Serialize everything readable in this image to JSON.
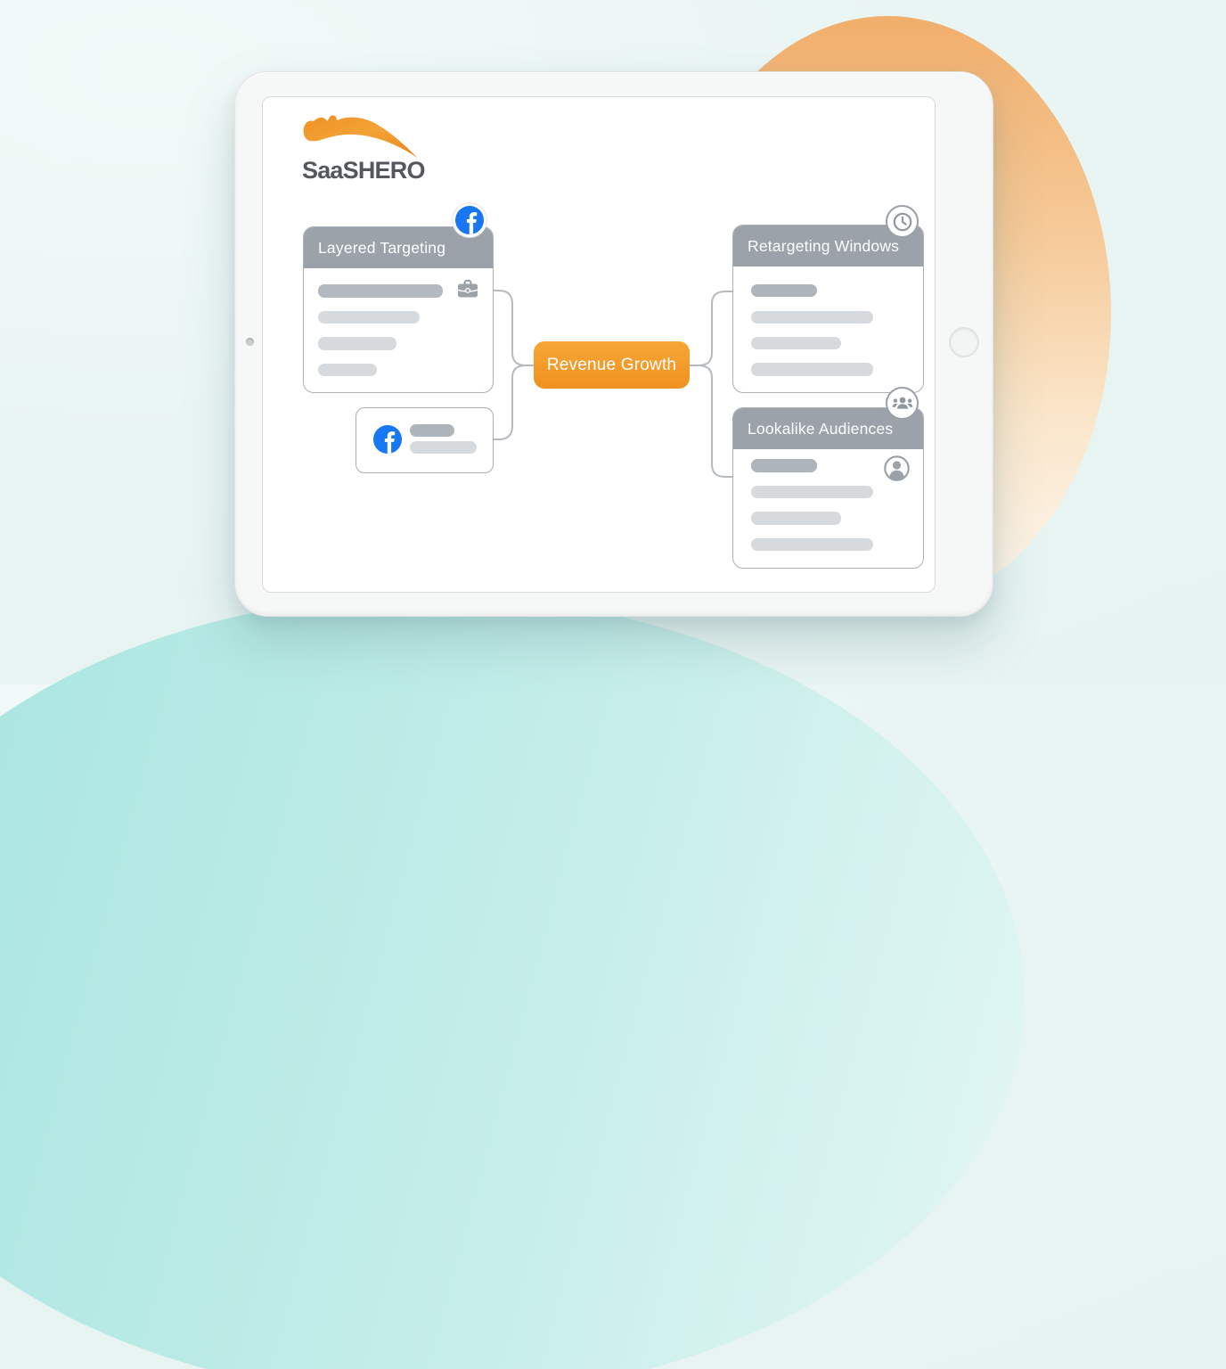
{
  "logo": {
    "brand": "SaaSHERO"
  },
  "cards": {
    "layered_targeting": {
      "title": "Layered Targeting",
      "badge": "facebook-icon"
    },
    "retargeting_windows": {
      "title": "Retargeting Windows",
      "badge": "clock-icon"
    },
    "lookalike_audiences": {
      "title": "Lookalike Audiences",
      "badge": "people-group-icon"
    }
  },
  "center_node": {
    "label": "Revenue Growth"
  },
  "icons": {
    "facebook": "facebook-icon",
    "clock": "clock-icon",
    "people_group": "people-group-icon",
    "person": "person-circle-icon",
    "briefcase": "briefcase-icon"
  },
  "colors": {
    "accent_orange": "#F0921F",
    "facebook_blue": "#1877F2",
    "card_header_gray": "#9BA2AA",
    "connector_gray": "#B5BBC1",
    "background_mint": "#E9F5F3",
    "teal_blob": "#A9E5E0",
    "orange_blob": "#F1AE6B"
  },
  "device": {
    "type": "tablet-mockup"
  }
}
